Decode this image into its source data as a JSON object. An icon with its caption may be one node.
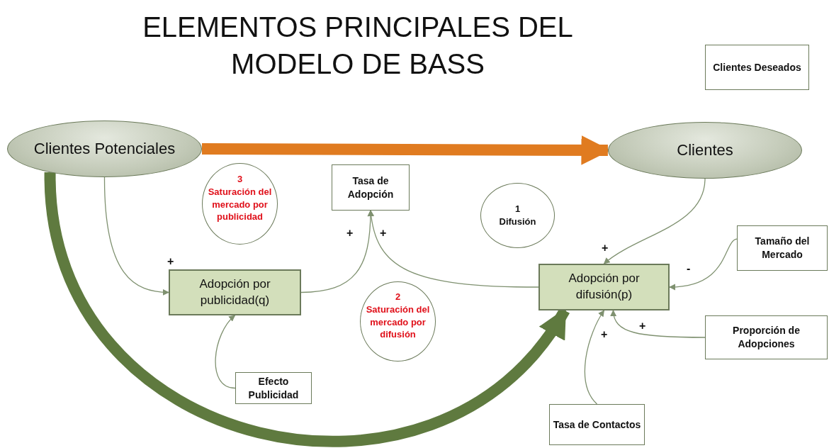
{
  "diagram": {
    "title": "ELEMENTOS PRINCIPALES DEL MODELO DE BASS",
    "nodes": [
      {
        "text": [
          "Clientes Potenciales"
        ]
      },
      {
        "text": [
          "Clientes"
        ]
      },
      {
        "text": [
          "Clientes Deseados"
        ]
      },
      {
        "text": [
          "3",
          "Saturación del mercado por publicidad"
        ]
      },
      {
        "text": [
          "Tasa de Adopción"
        ]
      },
      {
        "text": [
          "1",
          "Difusión"
        ]
      },
      {
        "text": [
          "Tamaño del Mercado"
        ]
      },
      {
        "text": [
          "Adopción por publicidad(q)"
        ]
      },
      {
        "text": [
          "2",
          "Saturación del mercado por difusión"
        ]
      },
      {
        "text": [
          "Adopción por difusión(p)"
        ]
      },
      {
        "text": [
          "Proporción de Adopciones"
        ]
      },
      {
        "text": [
          "Efecto Publicidad"
        ]
      },
      {
        "text": [
          "Tasa de Contactos"
        ]
      }
    ],
    "edges": [
      {
        "from": 0,
        "to": 1,
        "arrow": "to",
        "style": "thick",
        "color": "#e07b20"
      },
      {
        "from": 0,
        "to": 9,
        "arrow": "to",
        "style": "thick",
        "color": "#5f7a3f"
      },
      {
        "from": 0,
        "to": 7,
        "arrow": "to"
      },
      {
        "from": 7,
        "to": 4,
        "arrow": "to"
      },
      {
        "from": 9,
        "to": 4,
        "arrow": "to"
      },
      {
        "from": 1,
        "to": 9,
        "arrow": "to"
      },
      {
        "from": 6,
        "to": 9,
        "arrow": "to"
      },
      {
        "from": 10,
        "to": 9,
        "arrow": "to"
      },
      {
        "from": 12,
        "to": 9,
        "arrow": "to"
      },
      {
        "from": 11,
        "to": 7,
        "arrow": "to"
      }
    ],
    "labels": [
      "+",
      "+",
      "+",
      "+",
      "-",
      "+",
      "+"
    ]
  }
}
